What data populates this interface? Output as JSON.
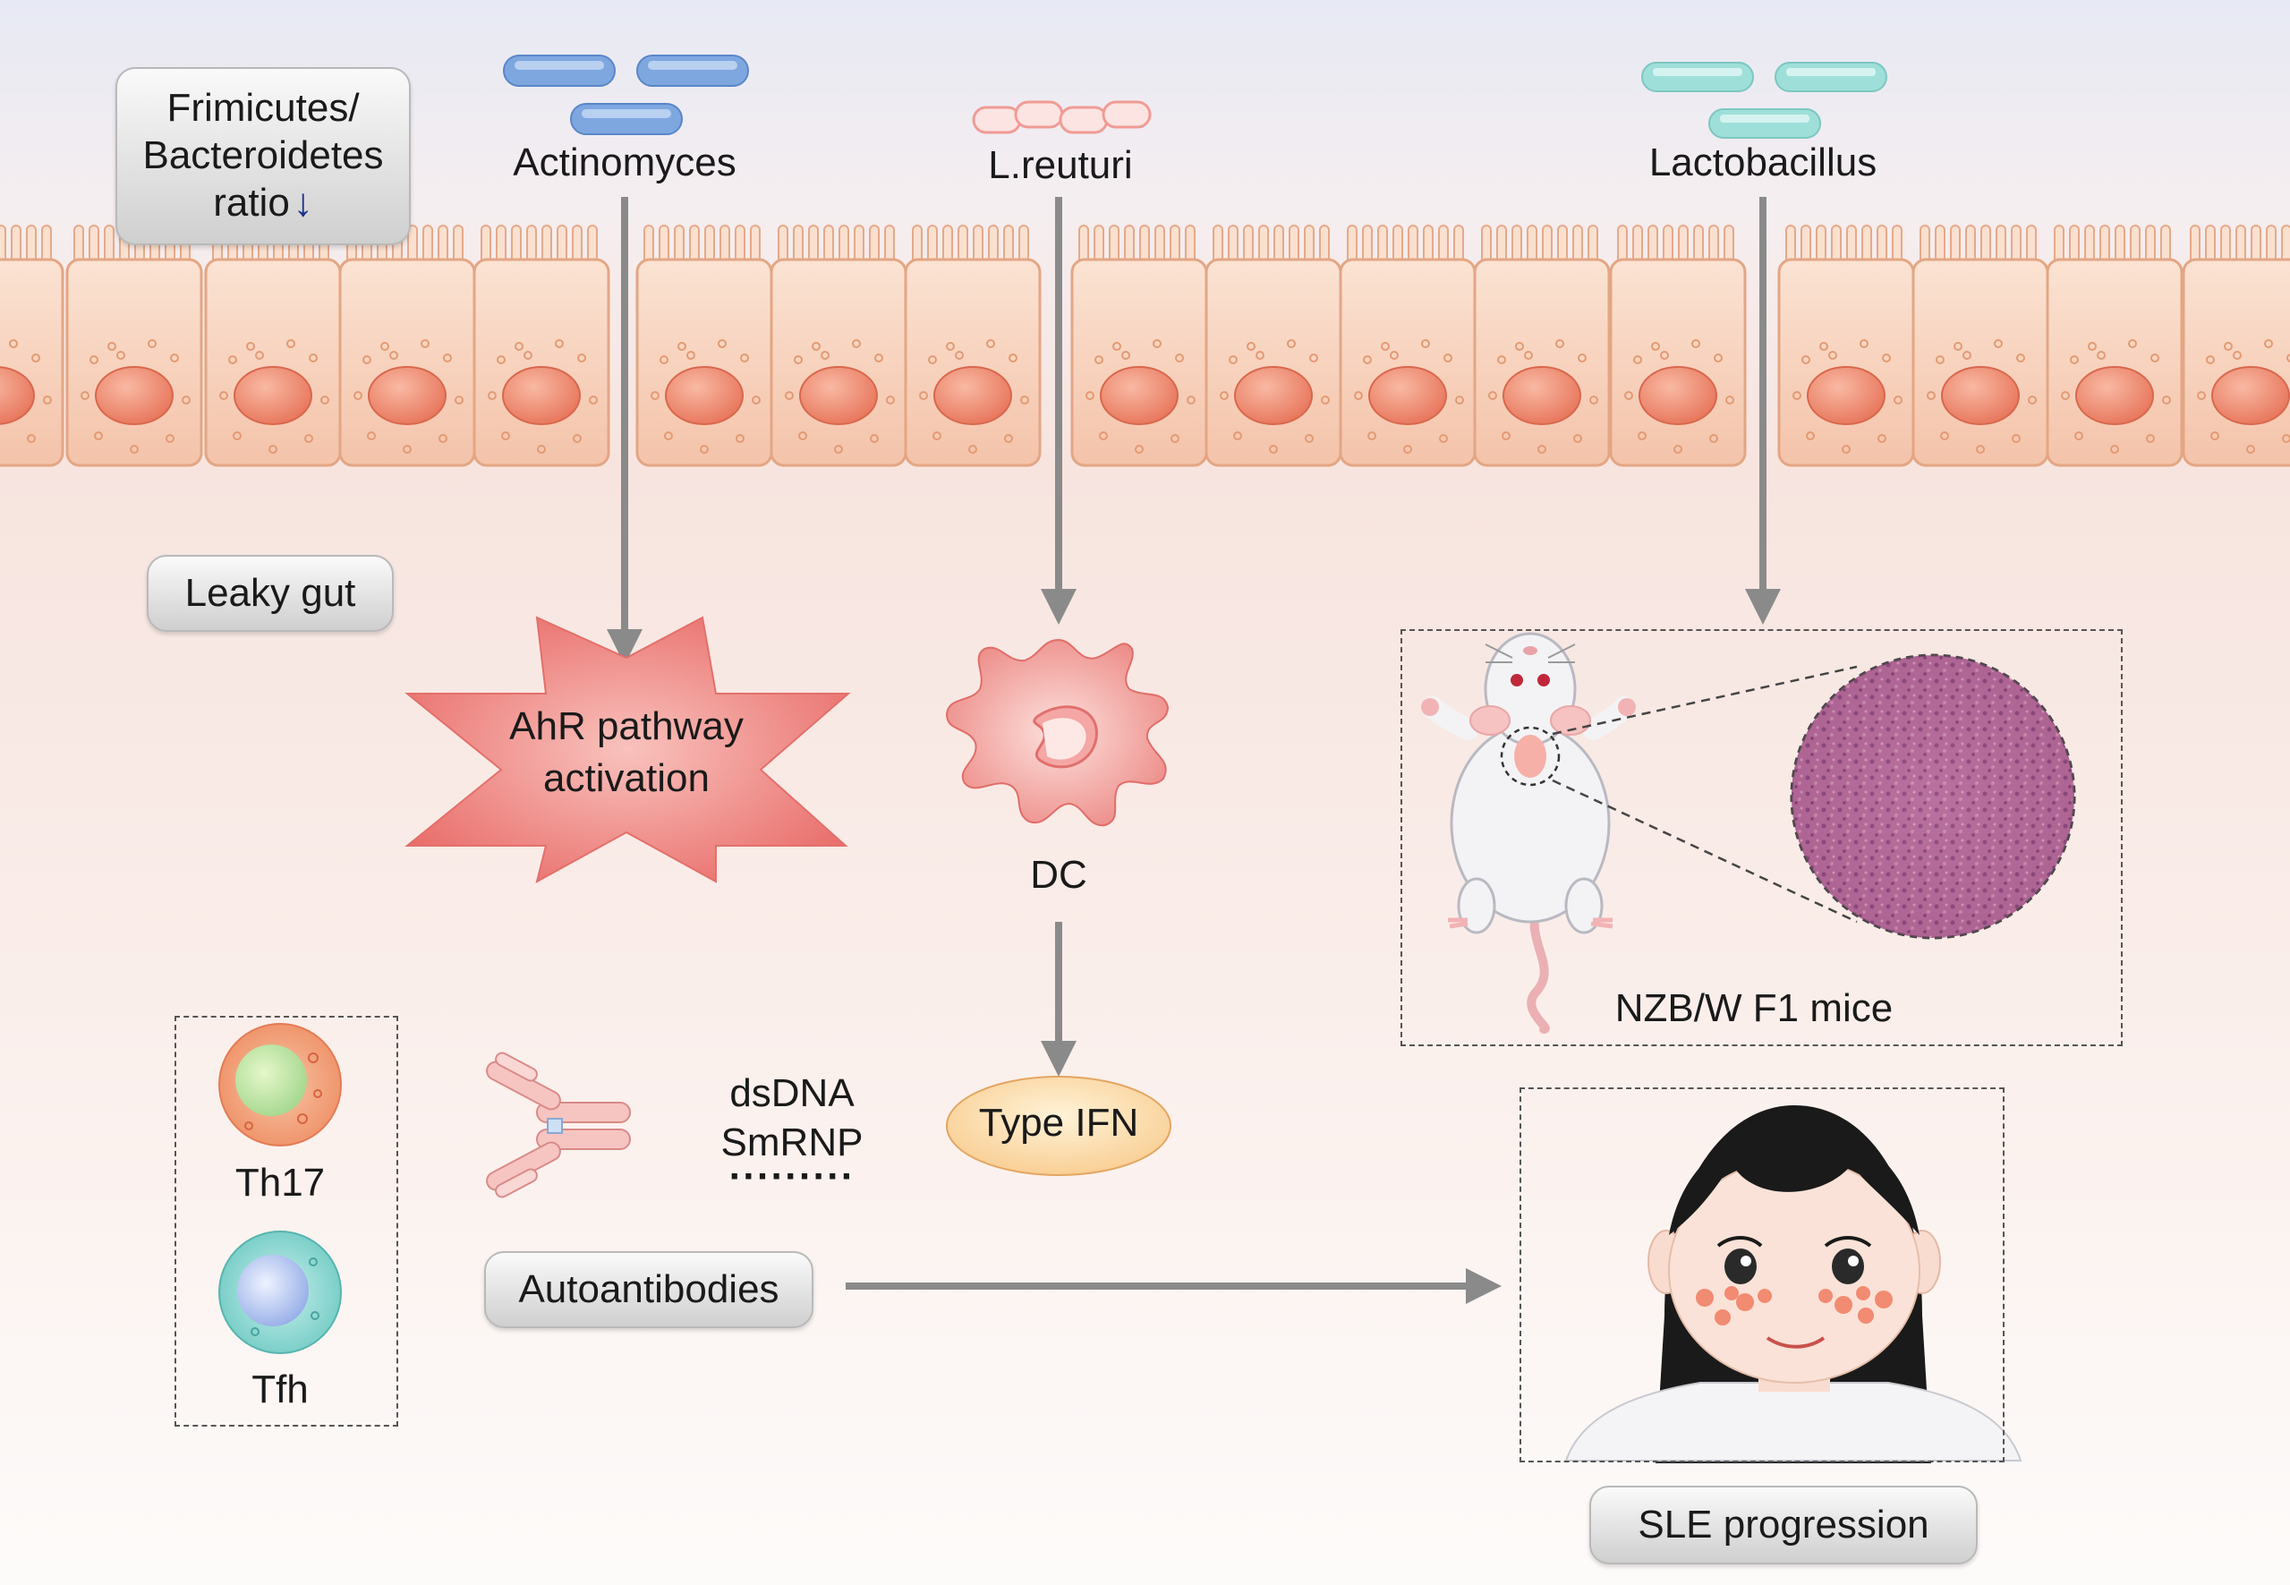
{
  "microbiota": {
    "ratio_line1": "Frimicutes/",
    "ratio_line2": "Bacteroidetes",
    "ratio_line3": "ratio",
    "ratio_trend": "↓",
    "actinomyces": "Actinomyces",
    "l_reuturi": "L.reuturi",
    "lactobacillus": "Lactobacillus"
  },
  "barrier": {
    "leaky_gut": "Leaky gut"
  },
  "pathways": {
    "ahr_line1": "AhR pathway",
    "ahr_line2": "activation",
    "dc": "DC",
    "type_ifn": "Type IFN",
    "mouse_model": "NZB/W F1 mice"
  },
  "immune": {
    "th17": "Th17",
    "tfh": "Tfh",
    "antigen1": "dsDNA",
    "antigen2": "SmRNP",
    "antigen_more": "·········",
    "autoantibodies": "Autoantibodies"
  },
  "outcome": {
    "sle": "SLE progression"
  },
  "colors": {
    "cell_fill": "#f7cdb5",
    "nucleus": "#ef8f75",
    "arrow": "#8a8a8a",
    "star": "#ec7f7c",
    "ifn": "#fad7a0",
    "bacteria_blue": "#7ea7e0",
    "bacteria_pink": "#f5b9b5",
    "bacteria_teal": "#9fdfda",
    "histology": "#b06595",
    "th17": "#f2916a",
    "tfh": "#7fd0cd"
  }
}
